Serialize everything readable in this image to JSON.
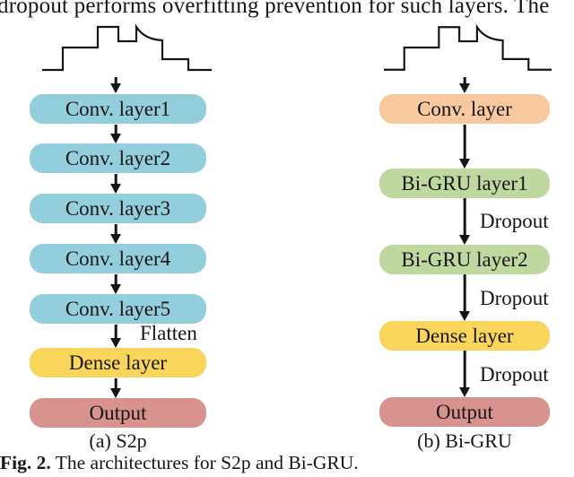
{
  "page": {
    "top_text": "dropout performs overfitting prevention for such layers. The",
    "figure_caption_bold": "Fig. 2.",
    "figure_caption_text": " The architectures for S2p and Bi-GRU."
  },
  "colors": {
    "conv_blue": "#93CEDD",
    "conv_orange": "#F8C99E",
    "gru_green": "#BFD8A0",
    "dense_yellow": "#FAD55C",
    "output_red": "#D9938E"
  },
  "s2p": {
    "caption": "(a) S2p",
    "flatten_label": "Flatten",
    "layers": [
      {
        "label": "Conv. layer1"
      },
      {
        "label": "Conv. layer2"
      },
      {
        "label": "Conv. layer3"
      },
      {
        "label": "Conv. layer4"
      },
      {
        "label": "Conv. layer5"
      },
      {
        "label": "Dense layer"
      },
      {
        "label": "Output"
      }
    ]
  },
  "bigru": {
    "caption": "(b) Bi-GRU",
    "dropout_label": "Dropout",
    "layers": [
      {
        "label": "Conv. layer"
      },
      {
        "label": "Bi-GRU layer1"
      },
      {
        "label": "Bi-GRU layer2"
      },
      {
        "label": "Dense layer"
      },
      {
        "label": "Output"
      }
    ]
  }
}
